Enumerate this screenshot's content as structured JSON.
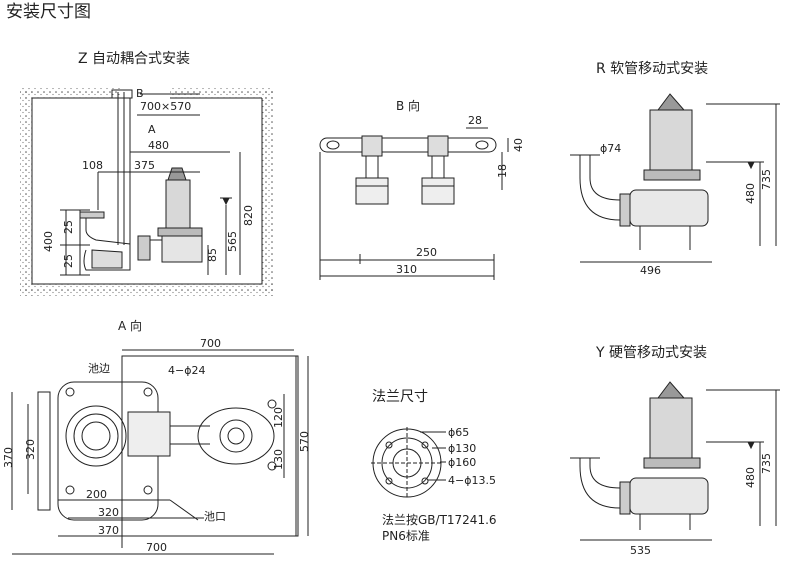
{
  "title": "安装尺寸图",
  "sections": {
    "z": "Z  自动耦合式安装",
    "r": "R  软管移动式安装",
    "y": "Y  硬管移动式安装",
    "b_view": "B 向",
    "a_view": "A 向",
    "flange": "法兰尺寸"
  },
  "z_dims": {
    "b_mark": "B",
    "a_mark": "A",
    "opening": "700×570",
    "d480": "480",
    "d375": "375",
    "d108": "108",
    "d25a": "25",
    "d25b": "25",
    "d400": "400",
    "d565": "565",
    "d820": "820",
    "d85": "85"
  },
  "b_dims": {
    "d28": "28",
    "d40": "40",
    "d18": "18",
    "d250": "250",
    "d310": "310"
  },
  "r_dims": {
    "phi74": "ϕ74",
    "d480": "480",
    "d735": "735",
    "d496": "496"
  },
  "y_dims": {
    "d480": "480",
    "d735": "735",
    "d535": "535"
  },
  "a_dims": {
    "d700top": "700",
    "edge": "池边",
    "holes": "4−ϕ24",
    "d370": "370",
    "d320": "320",
    "d120": "120",
    "d130": "130",
    "d570": "570",
    "d200": "200",
    "d320b": "320",
    "outlet": "池口",
    "d370b": "370",
    "d700b": "700"
  },
  "flange_dims": {
    "phi65": "ϕ65",
    "phi130": "ϕ130",
    "phi160": "ϕ160",
    "holes": "4−ϕ13.5",
    "note1": "法兰按GB/T17241.6",
    "note2": "PN6标准"
  }
}
